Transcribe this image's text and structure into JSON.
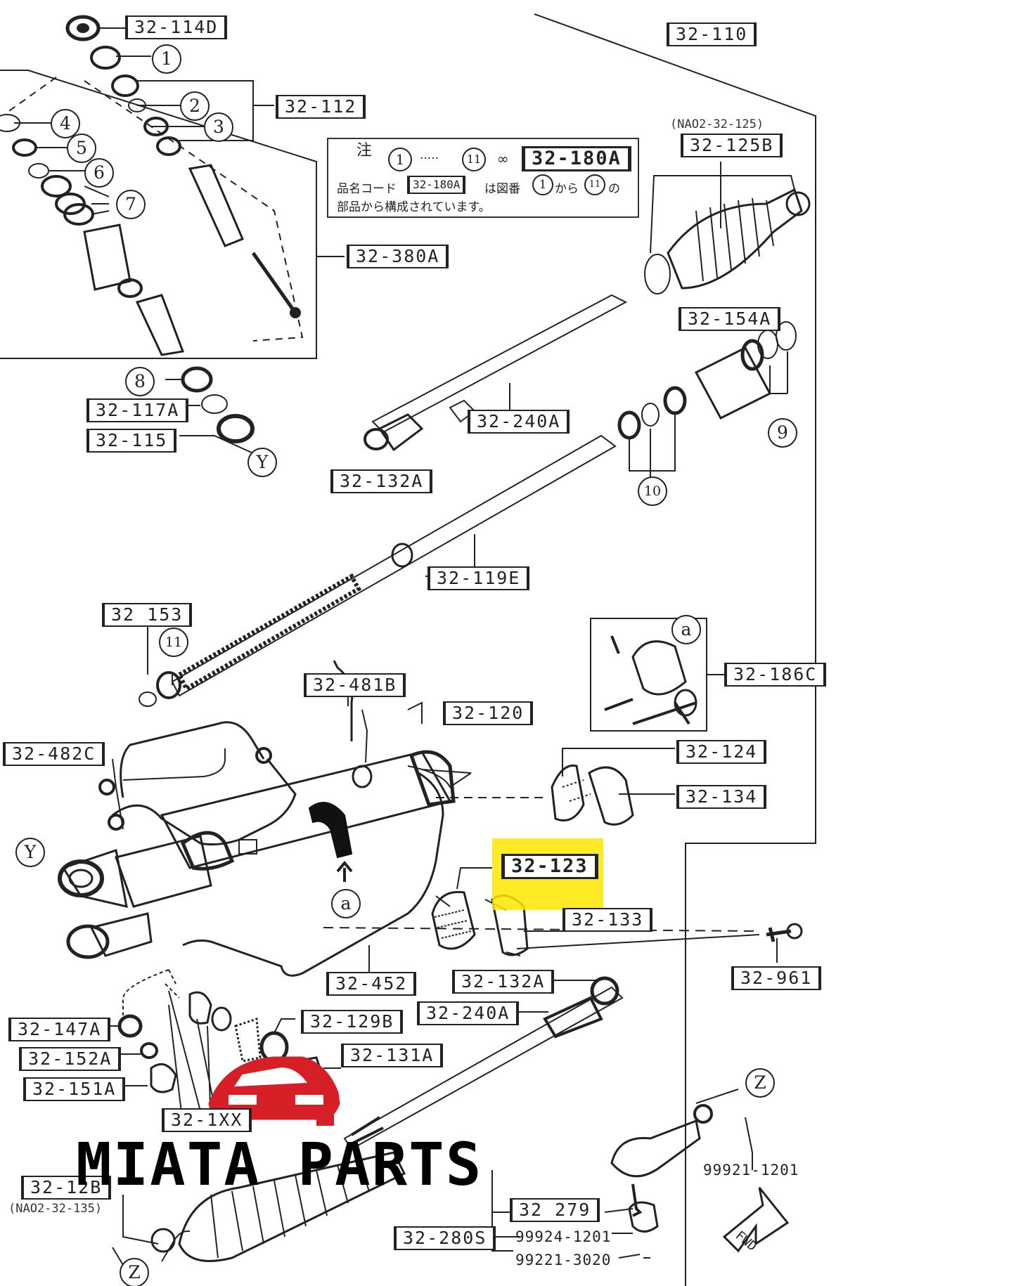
{
  "labels": {
    "l_114D": "32-114D",
    "l_110": "32-110",
    "l_112": "32-112",
    "l_180A": "32-180A",
    "l_125B": "32-125B",
    "l_380A": "32-380A",
    "l_154A": "32-154A",
    "l_117A": "32-117A",
    "l_115": "32-115",
    "l_240A_top": "32-240A",
    "l_132A_top": "32-132A",
    "l_119E": "32-119E",
    "l_153": "32 153",
    "l_186C": "32-186C",
    "l_481B": "32-481B",
    "l_120": "32-120",
    "l_482C": "32-482C",
    "l_124": "32-124",
    "l_134": "32-134",
    "l_123": "32-123",
    "l_133": "32-133",
    "l_452": "32-452",
    "l_961": "32-961",
    "l_132A_bot": "32-132A",
    "l_240A_bot": "32-240A",
    "l_147A": "32-147A",
    "l_129B": "32-129B",
    "l_152A": "32-152A",
    "l_131A": "32-131A",
    "l_151A": "32-151A",
    "l_1XX": "32-1XX",
    "l_12B": "32-12B",
    "l_279": "32 279",
    "l_280S": "32-280S"
  },
  "part_numbers": {
    "pn_99921": "99921-1201",
    "pn_99924": "99924-1201",
    "pn_99221": "99221-3020"
  },
  "notes": {
    "nao2_125": "(NAO2-32-125)",
    "nao2_135": "(NAO2-32-135)"
  },
  "callouts": {
    "c1": "1",
    "c2": "2",
    "c3": "3",
    "c4": "4",
    "c5": "5",
    "c6": "6",
    "c7": "7",
    "c8": "8",
    "c9": "9",
    "c10": "10",
    "c11": "11",
    "cY_top": "Y",
    "cY_bot": "Y",
    "cZ_top": "Z",
    "cZ_bot": "Z",
    "ca_box": "a",
    "ca_arrow": "a"
  },
  "jp_note": {
    "heading": "注",
    "range_start": "1",
    "dots": "·····",
    "range_end": "11",
    "equals": "∞",
    "ref": "32-180A",
    "line2_prefix": "品名コード",
    "line2_ref": "32-180A",
    "line2_mid": "は図番",
    "line2_from": "1",
    "line2_kara": "から",
    "line2_to": "11",
    "line2_no": "の",
    "line3": "部品から構成されています。"
  },
  "brand": {
    "text": "MIATA PARTS",
    "logo": "car-logo",
    "logo_color": "#d61f26"
  },
  "fwd": {
    "text": "FWD"
  },
  "highlight_color": "#ffe600"
}
